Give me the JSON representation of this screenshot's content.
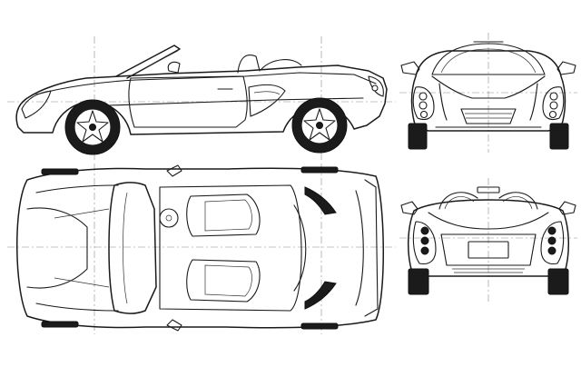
{
  "drawing": {
    "views": [
      {
        "name": "side-view"
      },
      {
        "name": "front-view"
      },
      {
        "name": "top-view"
      },
      {
        "name": "rear-view"
      }
    ],
    "line_color": "#1a1a1a",
    "background_color": "#ffffff",
    "centerline_color": "#8a8a8a"
  }
}
